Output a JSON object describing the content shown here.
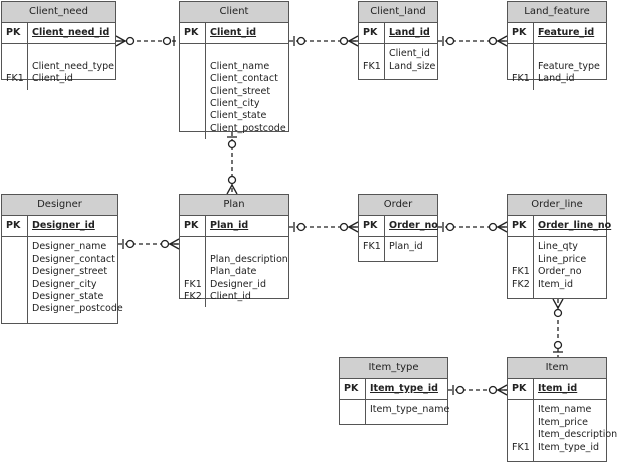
{
  "entities": {
    "client_need": {
      "title": "Client_need",
      "pk_key": "PK",
      "pk_attr": "Client_need_id",
      "keys": [
        "",
        "",
        "FK1"
      ],
      "attrs": [
        "",
        "Client_need_type",
        "Client_id"
      ]
    },
    "client": {
      "title": "Client",
      "pk_key": "PK",
      "pk_attr": "Client_id",
      "keys": [
        "",
        "",
        "",
        "",
        "",
        "",
        ""
      ],
      "attrs": [
        "",
        "Client_name",
        "Client_contact",
        "Client_street",
        "Client_city",
        "Client_state",
        "Client_postcode"
      ]
    },
    "client_land": {
      "title": "Client_land",
      "pk_key": "PK",
      "pk_attr": "Land_id",
      "keys": [
        "",
        "FK1"
      ],
      "attrs": [
        "Client_id",
        "Land_size"
      ]
    },
    "land_feature": {
      "title": "Land_feature",
      "pk_key": "PK",
      "pk_attr": "Feature_id",
      "keys": [
        "",
        "",
        "FK1"
      ],
      "attrs": [
        "",
        "Feature_type",
        "Land_id"
      ]
    },
    "designer": {
      "title": "Designer",
      "pk_key": "PK",
      "pk_attr": "Designer_id",
      "keys": [
        "",
        "",
        "",
        "",
        "",
        ""
      ],
      "attrs": [
        "Designer_name",
        "Designer_contact",
        "Designer_street",
        "Designer_city",
        "Designer_state",
        "Designer_postcode"
      ]
    },
    "plan": {
      "title": "Plan",
      "pk_key": "PK",
      "pk_attr": "Plan_id",
      "keys": [
        "",
        "",
        "",
        "FK1",
        "FK2"
      ],
      "attrs": [
        "",
        "Plan_description",
        "Plan_date",
        "Designer_id",
        "Client_id"
      ]
    },
    "order": {
      "title": "Order",
      "pk_key": "PK",
      "pk_attr": "Order_no",
      "keys": [
        "FK1"
      ],
      "attrs": [
        "Plan_id"
      ]
    },
    "order_line": {
      "title": "Order_line",
      "pk_key": "PK",
      "pk_attr": "Order_line_no",
      "keys": [
        "",
        "",
        "FK1",
        "FK2"
      ],
      "attrs": [
        "Line_qty",
        "Line_price",
        "Order_no",
        "Item_id"
      ]
    },
    "item_type": {
      "title": "Item_type",
      "pk_key": "PK",
      "pk_attr": "Item_type_id",
      "keys": [
        ""
      ],
      "attrs": [
        "Item_type_name"
      ]
    },
    "item": {
      "title": "Item",
      "pk_key": "PK",
      "pk_attr": "Item_id",
      "keys": [
        "",
        "",
        "",
        "FK1"
      ],
      "attrs": [
        "Item_name",
        "Item_price",
        "Item_description",
        "Item_type_id"
      ]
    }
  }
}
